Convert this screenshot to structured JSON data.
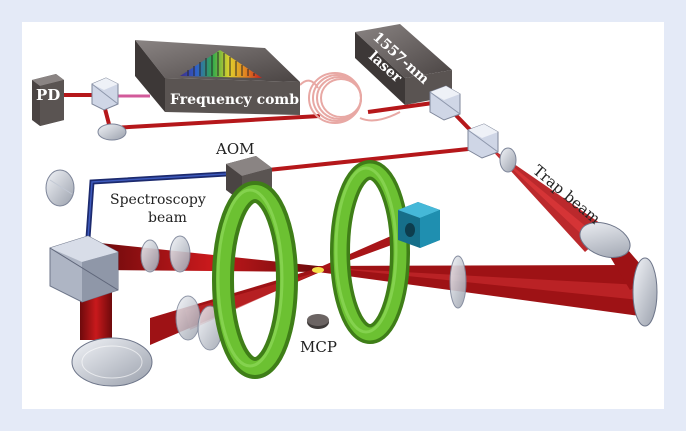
{
  "labels": {
    "pd": "PD",
    "frequency_comb": "Frequency comb",
    "laser_line1": "1557-nm",
    "laser_line2": "laser",
    "aom": "AOM",
    "spectroscopy_line1": "Spectroscopy",
    "spectroscopy_line2": "beam",
    "trap_beam": "Trap beam",
    "mcp": "MCP"
  },
  "colors": {
    "frame_background": "#e4eaf7",
    "beam_red": "#a11215",
    "spectroscopy_beam": "#1c2a6e",
    "coil_green": "#5aa826",
    "box_dark": "#5a5452",
    "detector_cyan": "#1f8fb0",
    "fiber_pink": "#e8a8a4"
  }
}
